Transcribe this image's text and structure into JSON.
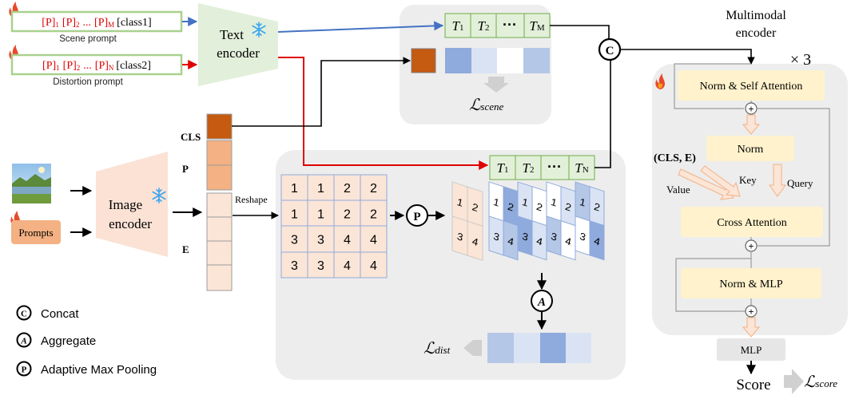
{
  "prompts": {
    "scene_prompt": {
      "p1": "[P]",
      "s1": "1",
      "p2": "[P]",
      "s2": "2",
      "ellipsis": "...",
      "p3": "[P]",
      "s3": "M",
      "cls": "[class1]",
      "caption": "Scene prompt"
    },
    "distortion_prompt": {
      "p1": "[P]",
      "s1": "1",
      "p2": "[P]",
      "s2": "2",
      "ellipsis": "...",
      "p3": "[P]",
      "s3": "N",
      "cls": "[class2]",
      "caption": "Distortion prompt"
    }
  },
  "text_encoder": {
    "line1": "Text",
    "line2": "encoder"
  },
  "image_encoder": {
    "line1": "Image",
    "line2": "encoder"
  },
  "prompts_input_label": "Prompts",
  "token_labels": {
    "cls": "CLS",
    "p": "P",
    "e": "E"
  },
  "scene_tokens": {
    "t1": "T",
    "t1_sub": "1",
    "t2": "T",
    "t2_sub": "2",
    "dots": "···",
    "tm": "T",
    "tm_sub": "M"
  },
  "dist_tokens": {
    "t1": "T",
    "t1_sub": "1",
    "t2": "T",
    "t2_sub": "2",
    "dots": "···",
    "tn": "T",
    "tn_sub": "N"
  },
  "losses": {
    "scene": "scene",
    "dist": "dist",
    "score": "score",
    "script_l": "ℒ"
  },
  "reshape_label": "Reshape",
  "grid_values": [
    [
      "1",
      "1",
      "2",
      "2"
    ],
    [
      "1",
      "1",
      "2",
      "2"
    ],
    [
      "3",
      "3",
      "4",
      "4"
    ],
    [
      "3",
      "3",
      "4",
      "4"
    ]
  ],
  "pooled_values": [
    [
      "1",
      "2"
    ],
    [
      "3",
      "4"
    ]
  ],
  "ops": {
    "concat": "C",
    "aggregate": "A",
    "pool": "P"
  },
  "legend": {
    "concat": "Concat",
    "aggregate": "Aggregate",
    "pool": "Adaptive Max Pooling"
  },
  "multimodal": {
    "title_line1": "Multimodal",
    "title_line2": "encoder",
    "repeat": "× 3",
    "norm_self_attn": "Norm & Self Attention",
    "norm": "Norm",
    "cross_attn": "Cross Attention",
    "norm_mlp": "Norm & MLP",
    "cls_e": "(CLS, E)",
    "value": "Value",
    "key": "Key",
    "query": "Query",
    "plus": "+"
  },
  "mlp_label": "MLP",
  "score_label": "Score",
  "colors": {
    "blue_arrow": "#4472c4",
    "red_arrow": "#e00000",
    "prompt_border": "#a9d18e",
    "encoder_green": "#e2efda",
    "image_encoder_fill": "#fbe2d5",
    "cls_token": "#c55a11",
    "p_token": "#f4b183",
    "e_token": "#fbe5d6",
    "panel_gray": "#ededed",
    "block_yellow": "#fff2cc",
    "token_green": "#e2f0d9",
    "blue_dark": "#8faadc",
    "blue_light": "#dae3f3",
    "blue_mid": "#b4c7e7"
  },
  "icons": [
    "fire-icon",
    "snowflake-icon",
    "landscape-image"
  ]
}
